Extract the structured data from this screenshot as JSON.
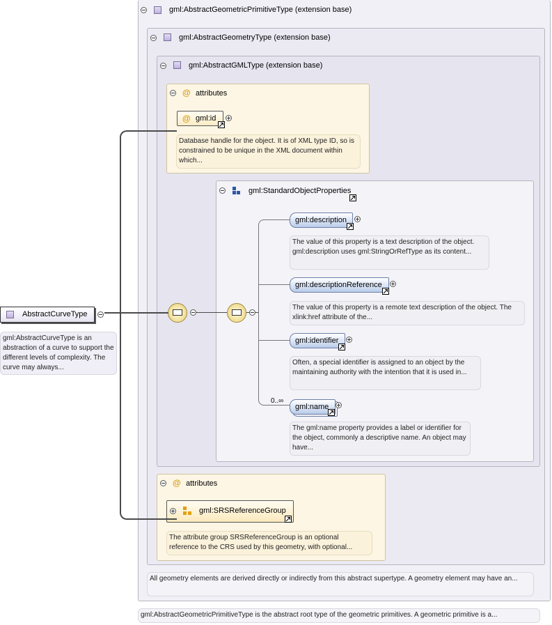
{
  "root": {
    "name": "AbstractCurveType",
    "doc": "gml:AbstractCurveType is an abstraction of a curve to support the different levels of complexity. The curve may always..."
  },
  "ext1": {
    "title": "gml:AbstractGeometricPrimitiveType (extension base)",
    "doc": "gml:AbstractGeometricPrimitiveType is the abstract root type of the geometric primitives. A geometric primitive is a..."
  },
  "ext2": {
    "title": "gml:AbstractGeometryType (extension base)",
    "doc": "All geometry elements are derived directly or indirectly from this abstract supertype. A geometry element may have an..."
  },
  "ext3": {
    "title": "gml:AbstractGMLType (extension base)",
    "attributes_label": "attributes",
    "id_attr": "gml:id",
    "id_doc": "Database handle for the object. It is of XML type ID, so is constrained to be unique in the XML document within which..."
  },
  "group": {
    "title": "gml:StandardObjectProperties",
    "cardinality": "0..∞",
    "elements": [
      {
        "name": "gml:description",
        "doc": "The value of this property is a text description of the object. gml:description uses gml:StringOrRefType as its content..."
      },
      {
        "name": "gml:descriptionReference",
        "doc": "The value of this property is a remote text description of the object. The xlink:href attribute of the..."
      },
      {
        "name": "gml:identifier",
        "doc": "Often, a special identifier is assigned to an object by the maintaining authority with the intention that it is used in..."
      },
      {
        "name": "gml:name",
        "doc": "The gml:name property provides a label or identifier for the object, commonly a descriptive name. An object may have..."
      }
    ]
  },
  "attrs2": {
    "label": "attributes",
    "group_name": "gml:SRSReferenceGroup",
    "group_doc": "The attribute group SRSReferenceGroup is an optional reference to the CRS used by this geometry, with optional..."
  }
}
